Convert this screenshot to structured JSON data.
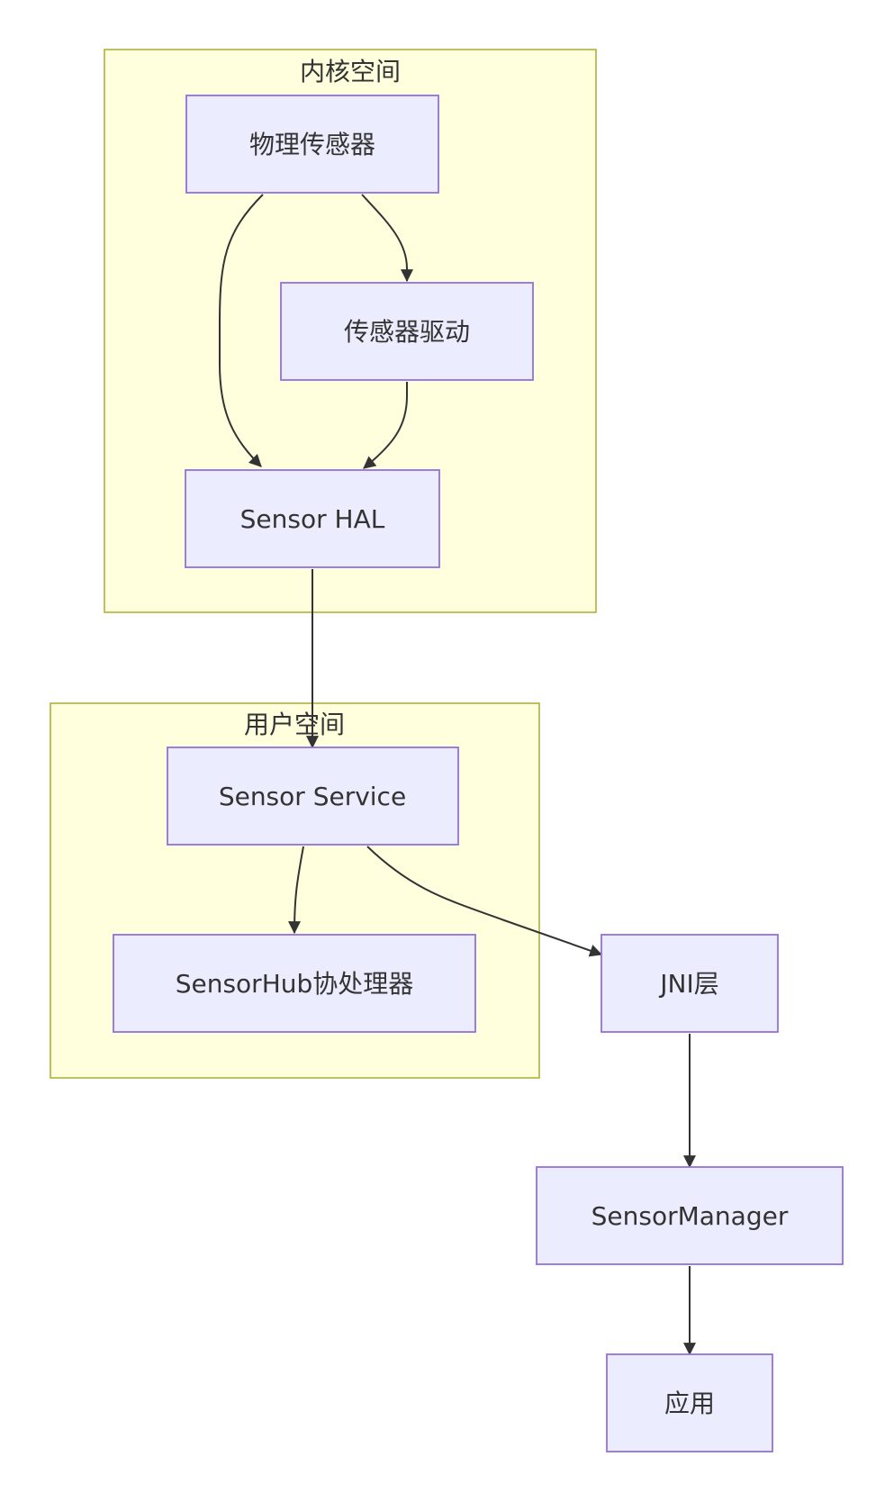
{
  "clusters": {
    "kernel": {
      "label": "内核空间"
    },
    "user": {
      "label": "用户空间"
    }
  },
  "nodes": {
    "physical_sensor": "物理传感器",
    "sensor_driver": "传感器驱动",
    "sensor_hal": "Sensor HAL",
    "sensor_service": "Sensor Service",
    "sensorhub": "SensorHub协处理器",
    "jni": "JNI层",
    "sensor_manager": "SensorManager",
    "app": "应用"
  },
  "edges": [
    {
      "from": "physical_sensor",
      "to": "sensor_driver"
    },
    {
      "from": "physical_sensor",
      "to": "sensor_hal"
    },
    {
      "from": "sensor_driver",
      "to": "sensor_hal"
    },
    {
      "from": "sensor_hal",
      "to": "sensor_service"
    },
    {
      "from": "sensor_service",
      "to": "sensorhub"
    },
    {
      "from": "sensor_service",
      "to": "jni"
    },
    {
      "from": "jni",
      "to": "sensor_manager"
    },
    {
      "from": "sensor_manager",
      "to": "app"
    }
  ],
  "colors": {
    "cluster_fill": "#ffffde",
    "cluster_stroke": "#aaaa33",
    "node_fill": "#ececff",
    "node_stroke": "#9370db",
    "edge": "#333333",
    "text": "#333333"
  }
}
